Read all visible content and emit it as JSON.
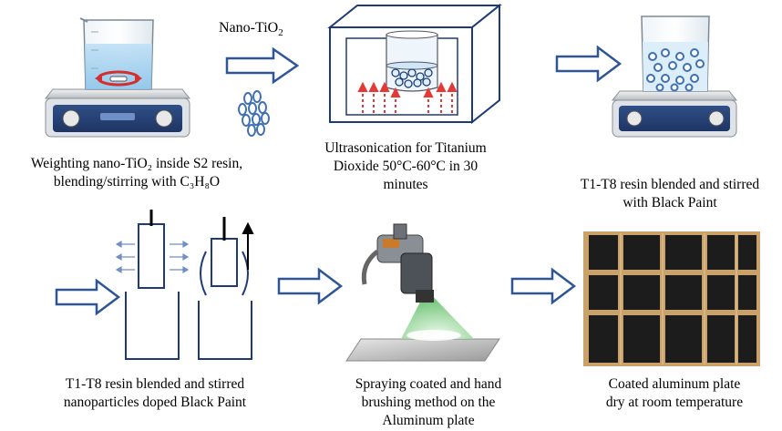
{
  "nano_label": {
    "text": "Nano-TiO",
    "sub": "2"
  },
  "steps": [
    {
      "id": "weighing",
      "lines": [
        "Weighting nano-TiO₂ inside S2 resin,",
        "blending/stirring with C₃H₈O"
      ]
    },
    {
      "id": "ultrasonication",
      "lines": [
        "Ultrasonication for Titanium",
        "Dioxide 50°C-60°C in 30",
        "minutes"
      ]
    },
    {
      "id": "blend-black-paint",
      "lines": [
        "T1-T8 resin blended and stirred",
        "with Black Paint"
      ]
    },
    {
      "id": "blend-nanoparticles",
      "lines": [
        "T1-T8 resin blended and stirred",
        "nanoparticles doped Black Paint"
      ]
    },
    {
      "id": "spraying",
      "lines": [
        "Spraying coated and hand",
        "brushing method on the",
        "Aluminum plate"
      ]
    },
    {
      "id": "drying",
      "lines": [
        "Coated aluminum plate",
        "dry at room temperature"
      ]
    }
  ],
  "colors": {
    "arrow_outline": "#2e5597",
    "heat_arrow": "#e53935",
    "stir_arrow": "#d32f2f",
    "particle": "#3f6fb5",
    "liquid": "#cfe6f6",
    "plate_dark": "#1c1c1c",
    "plate_frame": "#c9a26b"
  }
}
